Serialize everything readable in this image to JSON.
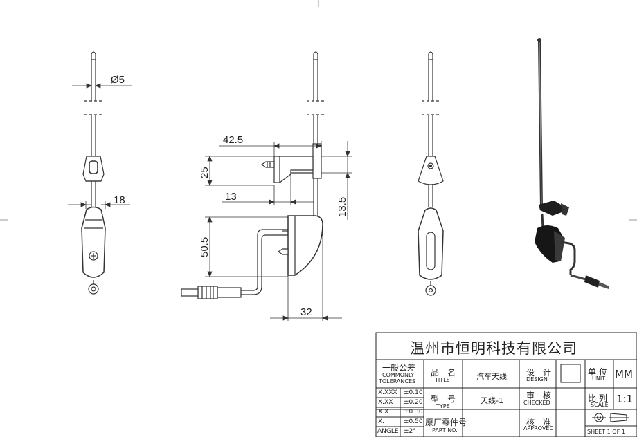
{
  "dimensions": {
    "diameter": "Ø5",
    "width_upper": "42.5",
    "height_bracket": "25",
    "offset_13": "13",
    "height_13_5": "13.5",
    "height_50_5": "50.5",
    "width_bottom": "32",
    "clip_width": "18"
  },
  "title_block": {
    "company": "温州市恒明科技有限公司",
    "tolerance_cn": "一般公差",
    "tolerance_en1": "COMMONLY",
    "tolerance_en2": "TOLERANCES",
    "name_cn": "品　名",
    "name_en": "TITLE",
    "name_value": "汽车天线",
    "design_cn": "设　计",
    "design_en": "DESIGN",
    "unit_cn": "单 位",
    "unit_en": "UNIT",
    "unit_value": "MM",
    "type_cn": "型　号",
    "type_en": "TYPE",
    "type_value": "天线-1",
    "checked_cn": "审　核",
    "checked_en": "CHECKED",
    "scale_cn": "比 列",
    "scale_en": "SCALE",
    "scale_value": "1:1",
    "part_cn": "原厂零件号",
    "part_en": "PART NO.",
    "approved_cn": "核　准",
    "approved_en": "APPROVED",
    "sheet": "SHEET  1  OF  1",
    "tolerances": [
      {
        "label": "X.XXX",
        "value": "±0.10"
      },
      {
        "label": "X.XX",
        "value": "±0.20"
      },
      {
        "label": "X.X",
        "value": "±0.30"
      },
      {
        "label": "X.",
        "value": "±0.50"
      },
      {
        "label": "ANGLE",
        "value": "±2°"
      }
    ]
  }
}
